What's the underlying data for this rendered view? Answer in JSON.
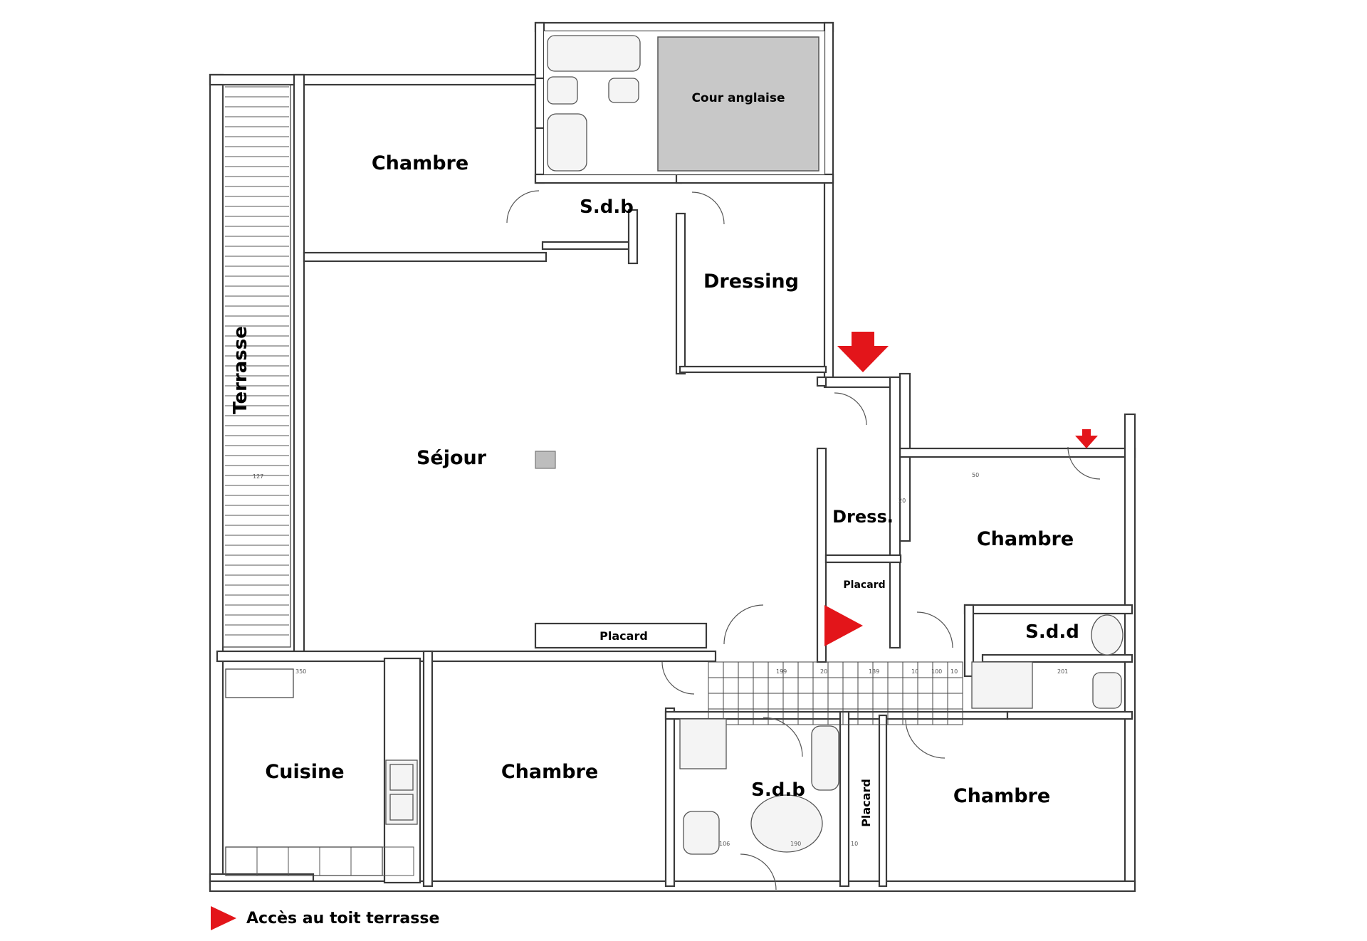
{
  "rooms": {
    "chambre_nw": "Chambre",
    "sdb_top": "S.d.b",
    "cour": "Cour anglaise",
    "dressing": "Dressing",
    "terrasse": "Terrasse",
    "sejour": "Séjour",
    "dress": "Dress.",
    "chambre_e": "Chambre",
    "placard_small": "Placard",
    "placard_sejour": "Placard",
    "sdd": "S.d.d",
    "cuisine": "Cuisine",
    "chambre_s": "Chambre",
    "sdb_bottom": "S.d.b",
    "placard_vertical": "Placard",
    "chambre_se": "Chambre"
  },
  "dimensions": [
    "127",
    "350",
    "199",
    "20",
    "139",
    "10",
    "100",
    "10",
    "201",
    "20",
    "50",
    "106",
    "190",
    "10"
  ],
  "legend": {
    "text": "Accès au toit terrasse",
    "marker_color": "#e3151a"
  },
  "colors": {
    "arrow": "#e3151a",
    "cour_fill": "#c8c8c8",
    "wall": "#3a3a3a"
  }
}
